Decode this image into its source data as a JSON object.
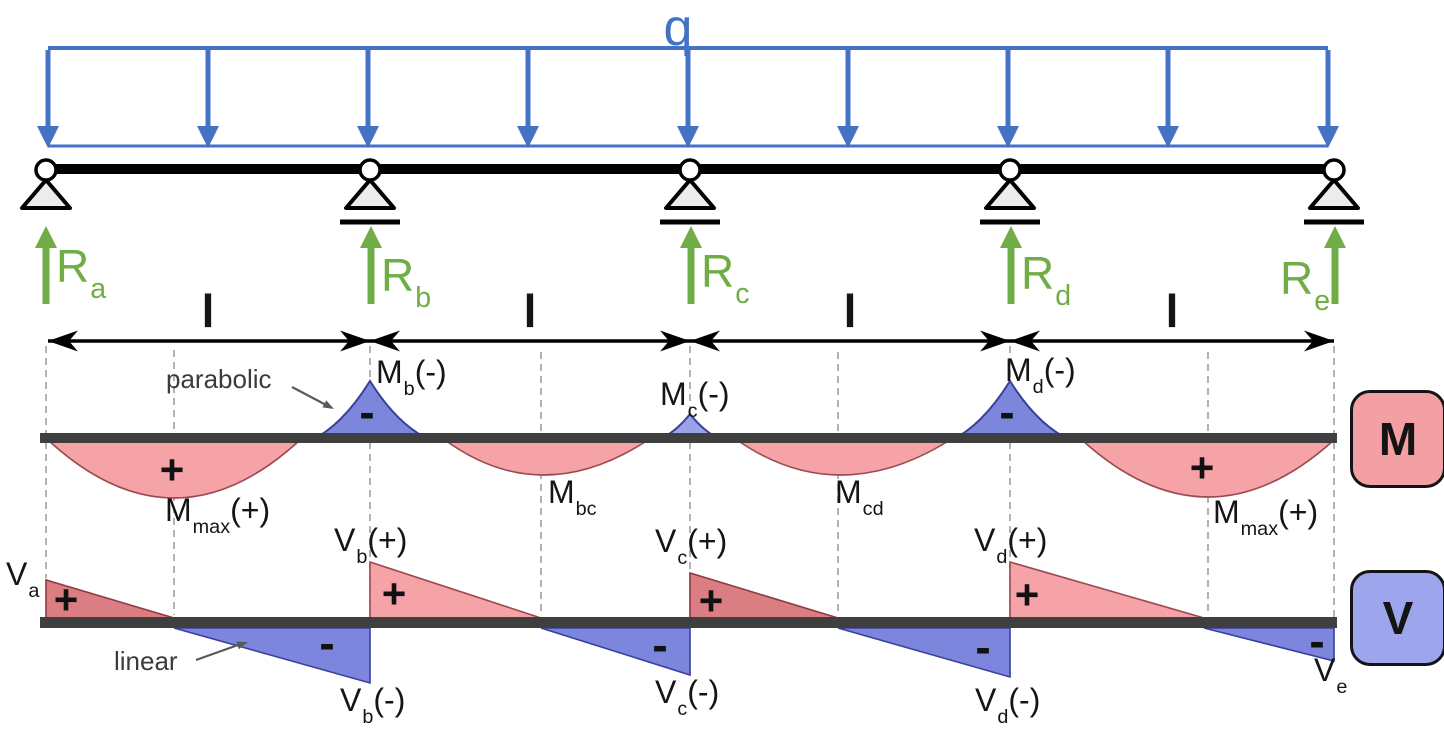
{
  "load": {
    "label": "q"
  },
  "beam": {
    "supports": [
      {
        "name": "a",
        "type": "pin"
      },
      {
        "name": "b",
        "type": "roller"
      },
      {
        "name": "c",
        "type": "roller"
      },
      {
        "name": "d",
        "type": "roller"
      },
      {
        "name": "e",
        "type": "roller"
      }
    ]
  },
  "reactions": {
    "ra": {
      "base": "R",
      "sub": "a"
    },
    "rb": {
      "base": "R",
      "sub": "b"
    },
    "rc": {
      "base": "R",
      "sub": "c"
    },
    "rd": {
      "base": "R",
      "sub": "d"
    },
    "re": {
      "base": "R",
      "sub": "e"
    }
  },
  "dimensions": {
    "span_labels": [
      "l",
      "l",
      "l",
      "l"
    ]
  },
  "moment_diagram": {
    "badge": "M",
    "curve_note": "parabolic",
    "labels": {
      "mmax_left": {
        "base": "M",
        "sub": "max",
        "suffix": "(+)"
      },
      "mb": {
        "base": "M",
        "sub": "b",
        "suffix": "(-)"
      },
      "mbc": {
        "base": "M",
        "sub": "bc",
        "suffix": ""
      },
      "mc": {
        "base": "M",
        "sub": "c",
        "suffix": "(-)"
      },
      "mcd": {
        "base": "M",
        "sub": "cd",
        "suffix": ""
      },
      "md": {
        "base": "M",
        "sub": "d",
        "suffix": "(-)"
      },
      "mmax_right": {
        "base": "M",
        "sub": "max",
        "suffix": "(+)"
      }
    },
    "signs": {
      "positive": "+",
      "negative": "-"
    }
  },
  "shear_diagram": {
    "badge": "V",
    "curve_note": "linear",
    "labels": {
      "va": {
        "base": "V",
        "sub": "a",
        "suffix": ""
      },
      "vb_pos": {
        "base": "V",
        "sub": "b",
        "suffix": "(+)"
      },
      "vb_neg": {
        "base": "V",
        "sub": "b",
        "suffix": "(-)"
      },
      "vc_pos": {
        "base": "V",
        "sub": "c",
        "suffix": "(+)"
      },
      "vc_neg": {
        "base": "V",
        "sub": "c",
        "suffix": "(-)"
      },
      "vd_pos": {
        "base": "V",
        "sub": "d",
        "suffix": "(+)"
      },
      "vd_neg": {
        "base": "V",
        "sub": "d",
        "suffix": "(-)"
      },
      "ve": {
        "base": "V",
        "sub": "e",
        "suffix": ""
      }
    },
    "signs": {
      "positive": "+",
      "negative": "-"
    }
  },
  "colors": {
    "load_blue": "#4472C4",
    "reaction_green": "#70AD47",
    "positive_pink": "#F5A3A6",
    "positive_dark_red": "#DB7E84",
    "negative_blue": "#7C86DD",
    "negative_light_blue": "#9AA3EA",
    "axis_gray": "#3F3F3F",
    "badge_m_fill": "#F3A0A4",
    "badge_v_fill": "#9DA5EC"
  }
}
